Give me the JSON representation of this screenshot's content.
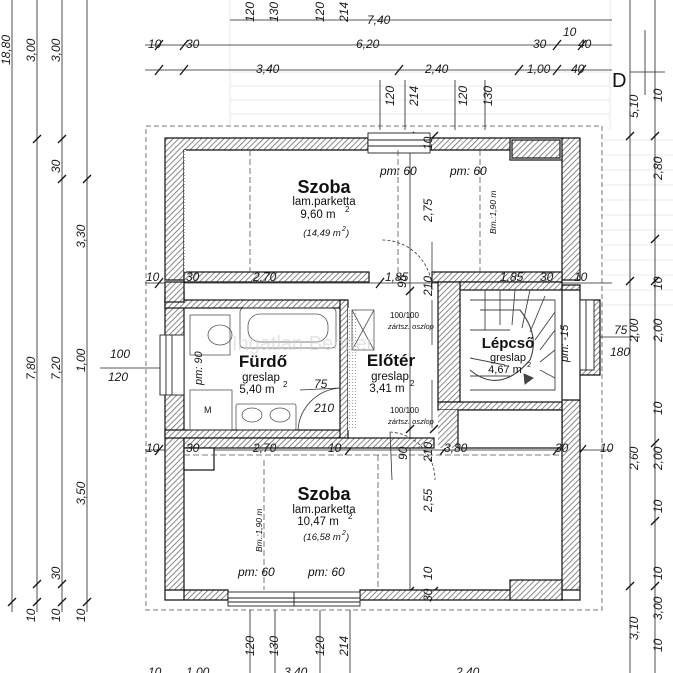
{
  "rooms": {
    "szoba_top": {
      "name": "Szoba",
      "floor": "lam.parketta",
      "area": "9,60 m",
      "area_exp": "2",
      "gross": "(14,49 m",
      "gross_exp": "2",
      "gross_close": ")"
    },
    "furdo": {
      "name": "Fürdő",
      "floor": "greslap",
      "area": "5,40 m",
      "area_exp": "2"
    },
    "eloter": {
      "name": "Előtér",
      "floor": "greslap",
      "area": "3,41 m",
      "area_exp": "2"
    },
    "lepcso": {
      "name": "Lépcső",
      "floor": "greslap",
      "area": "4,67 m",
      "area_exp": "2"
    },
    "szoba_bottom": {
      "name": "Szoba",
      "floor": "lam.parketta",
      "area": "10,47 m",
      "area_exp": "2",
      "gross": "(16,58 m",
      "gross_exp": "2",
      "gross_close": ")"
    }
  },
  "labels": {
    "pm60": "pm: 60",
    "pm90": "pm: 90",
    "pm15": "pm: -15",
    "bm190": "Bm.:1,90 m",
    "d_marker": "D",
    "washer": "M",
    "door_100": "100/100",
    "door_note": "zártsz. oszlop",
    "watermark": "Ingatlan Bender"
  },
  "dims": {
    "top": [
      "10",
      "30",
      "6,20",
      "30",
      "10",
      "40",
      "7,40",
      "3,40",
      "2,40",
      "1,00",
      "40",
      "120",
      "214",
      "120",
      "130",
      "120",
      "130",
      "120",
      "214"
    ],
    "left": [
      "18,80",
      "3,00",
      "3,00",
      "30",
      "3,30",
      "7,80",
      "7,20",
      "1,00",
      "3,50",
      "30",
      "10",
      "10",
      "10",
      "100",
      "120"
    ],
    "right": [
      "5,10",
      "10",
      "2,80",
      "10",
      "75",
      "2,00",
      "2,00",
      "180",
      "10",
      "2,60",
      "2,00",
      "10",
      "10",
      "3,00",
      "3,10",
      "10"
    ],
    "interior": [
      "10",
      "30",
      "2,70",
      "1,85",
      "1,85",
      "30",
      "10",
      "2,75",
      "10",
      "95",
      "210",
      "75",
      "210",
      "90",
      "210",
      "3,80",
      "2,55",
      "10",
      "30",
      "10",
      "30",
      "2,70",
      "10",
      "30",
      "10"
    ],
    "bottom": [
      "120",
      "130",
      "120",
      "214",
      "10",
      "1,00",
      "3,40",
      "2,40"
    ]
  }
}
